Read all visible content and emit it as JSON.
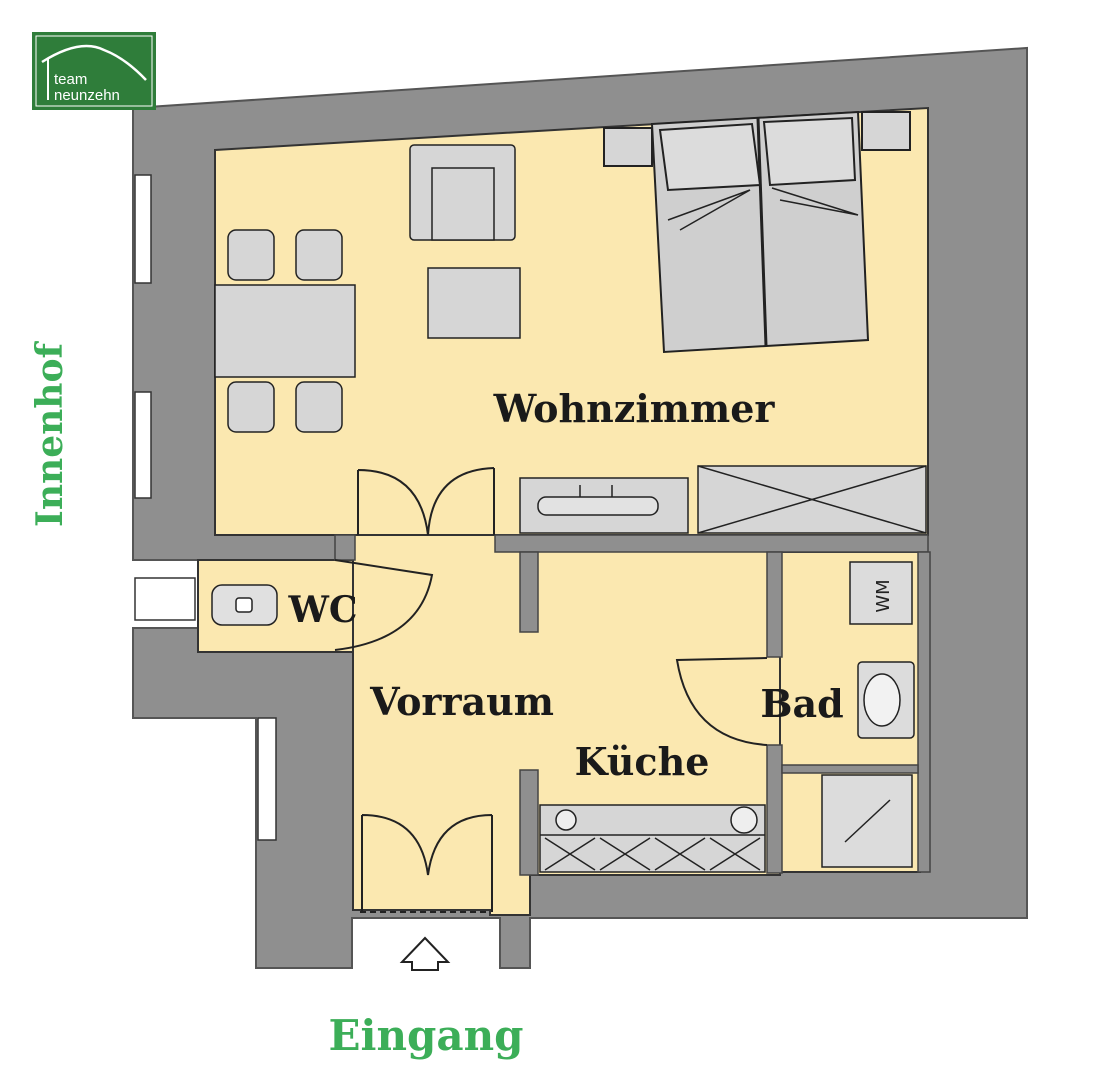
{
  "logo": {
    "line1": "team",
    "line2": "neunzehn"
  },
  "labels": {
    "courtyard": "Innenhof",
    "entrance": "Eingang"
  },
  "rooms": {
    "living": "Wohnzimmer",
    "wc": "WC",
    "hall": "Vorraum",
    "kitchen": "Küche",
    "bath": "Bad"
  },
  "colors": {
    "wall": "#8f8f8f",
    "floor": "#fbe8b0",
    "furniture": "#d6d6d6",
    "outline": "#222222",
    "brand_green": "#2f7d3a",
    "label_green": "#3cae58"
  },
  "icons": {
    "entrance_arrow": "entrance-arrow-icon",
    "washing_machine": "washing-machine-icon"
  }
}
